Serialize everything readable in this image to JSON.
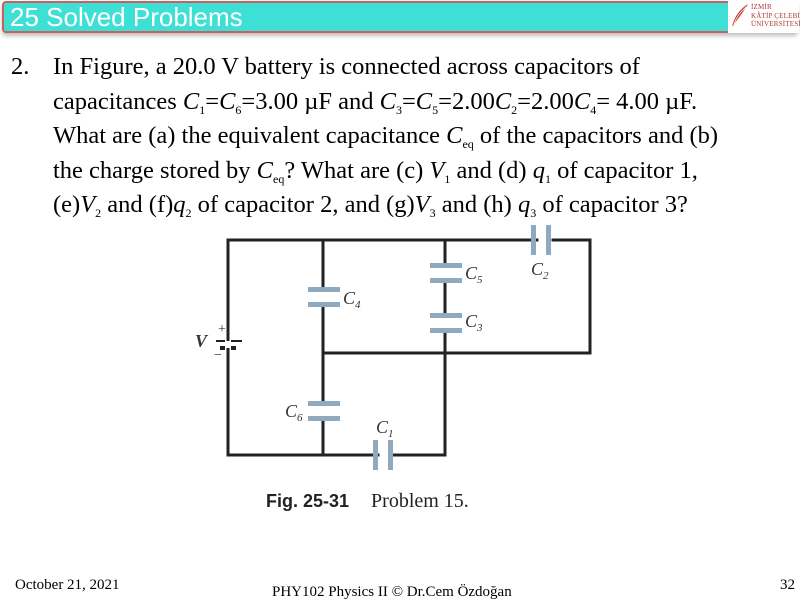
{
  "header": {
    "title": "25 Solved Problems",
    "logo": {
      "line1": "İZMİR",
      "line2": "KÂTİP ÇELEBİ",
      "line3": "ÜNİVERSİTESİ"
    }
  },
  "problem": {
    "number": "2.",
    "line1": "In Figure, a 20.0 V battery is connected across capacitors of",
    "line2": {
      "t1": "capacitances ",
      "v1": "C",
      "s1": "1",
      "t2": "=",
      "v2": "C",
      "s2": "6",
      "t3": "=3.00 µF and ",
      "v3": "C",
      "s3": "3",
      "t4": "=",
      "v4": "C",
      "s4": "5",
      "t5": "=2.00",
      "v5": "C",
      "s5": "2",
      "t6": "=2.00",
      "v6": "C",
      "s6": "4",
      "t7": "= 4.00 µF."
    },
    "line3": {
      "t1": "What are (a) the equivalent capacitance ",
      "v1": "C",
      "s1": "eq",
      "t2": " of the capacitors and (b)"
    },
    "line4": {
      "t1": "the charge stored by ",
      "v1": "C",
      "s1": "eq",
      "t2": "? What are (c) ",
      "v2": "V",
      "s2": "1",
      "t3": " and  (d) ",
      "v3": "q",
      "s3": "1",
      "t4": " of capacitor 1,"
    },
    "line5": {
      "t1": "(e)",
      "v1": "V",
      "s1": "2",
      "t2": " and (f)",
      "v2": "q",
      "s2": "2",
      "t3": " of capacitor 2, and (g)",
      "v3": "V",
      "s3": "3",
      "t4": " and (h) ",
      "v4": "q",
      "s4": "3",
      "t5": " of capacitor 3?"
    }
  },
  "figure": {
    "labels": {
      "battery": "V",
      "plus": "+",
      "minus": "−",
      "c1": "C",
      "c1_sub": "1",
      "c2": "C",
      "c2_sub": "2",
      "c3": "C",
      "c3_sub": "3",
      "c4": "C",
      "c4_sub": "4",
      "c5": "C",
      "c5_sub": "5",
      "c6": "C",
      "c6_sub": "6"
    },
    "caption_number": "Fig. 25-31",
    "caption_text": "Problem 15.",
    "colors": {
      "wire": "#222222",
      "plate": "#8fa9bf"
    }
  },
  "footer": {
    "date": "October 21, 2021",
    "course": "PHY102 Physics II © Dr.Cem Özdoğan",
    "page": "32"
  }
}
